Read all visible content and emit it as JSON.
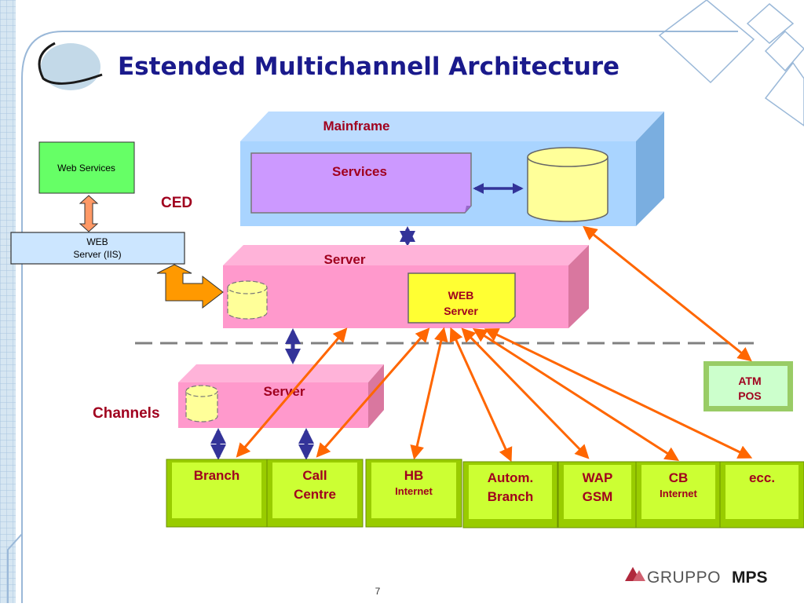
{
  "slide": {
    "title": "Estended Multichannell Architecture",
    "page_number": "7",
    "logo_text_light": "GRUPPO",
    "logo_text_bold": "MPS"
  },
  "labels": {
    "ced": "CED",
    "channels": "Channels"
  },
  "mainframe": {
    "label": "Mainframe",
    "services": "Services"
  },
  "ced_server": {
    "label": "Server",
    "web_server_line1": "WEB",
    "web_server_line2": "Server"
  },
  "channels_server": {
    "label": "Server"
  },
  "web_services": {
    "label": "Web Services"
  },
  "web_server_iis": {
    "line1": "WEB",
    "line2": "Server (IIS)"
  },
  "atm_pos": {
    "line1": "ATM",
    "line2": "POS"
  },
  "channel_keys": [
    {
      "line1": "Branch",
      "line2": ""
    },
    {
      "line1": "Call",
      "line2": "Centre"
    },
    {
      "line1": "HB",
      "line2": "Internet"
    },
    {
      "line1": "Autom.",
      "line2": "Branch"
    },
    {
      "line1": "WAP",
      "line2": "GSM"
    },
    {
      "line1": "CB",
      "line2": "Internet"
    },
    {
      "line1": "ecc.",
      "line2": ""
    }
  ],
  "colors": {
    "title": "#1a1a8c",
    "label_red": "#a0001e",
    "mainframe_front": "#a9d4ff",
    "mainframe_top": "#bcdcff",
    "mainframe_side": "#7aaee0",
    "services_fill": "#cc99ff",
    "server_front": "#ff99cc",
    "server_top": "#ffb3d9",
    "server_side": "#d9779f",
    "yellow": "#ffff99",
    "web_server_yellow": "#ffff33",
    "green_box": "#66ff66",
    "key_front": "#ccff33",
    "key_dark": "#99cc00",
    "atm_fill": "#ccffcc",
    "iis_fill": "#cce6ff",
    "arrow_orange": "#ff6600",
    "arrow_blue": "#333399",
    "dashed_line": "#808080",
    "border_blue": "#9ab8d8"
  }
}
